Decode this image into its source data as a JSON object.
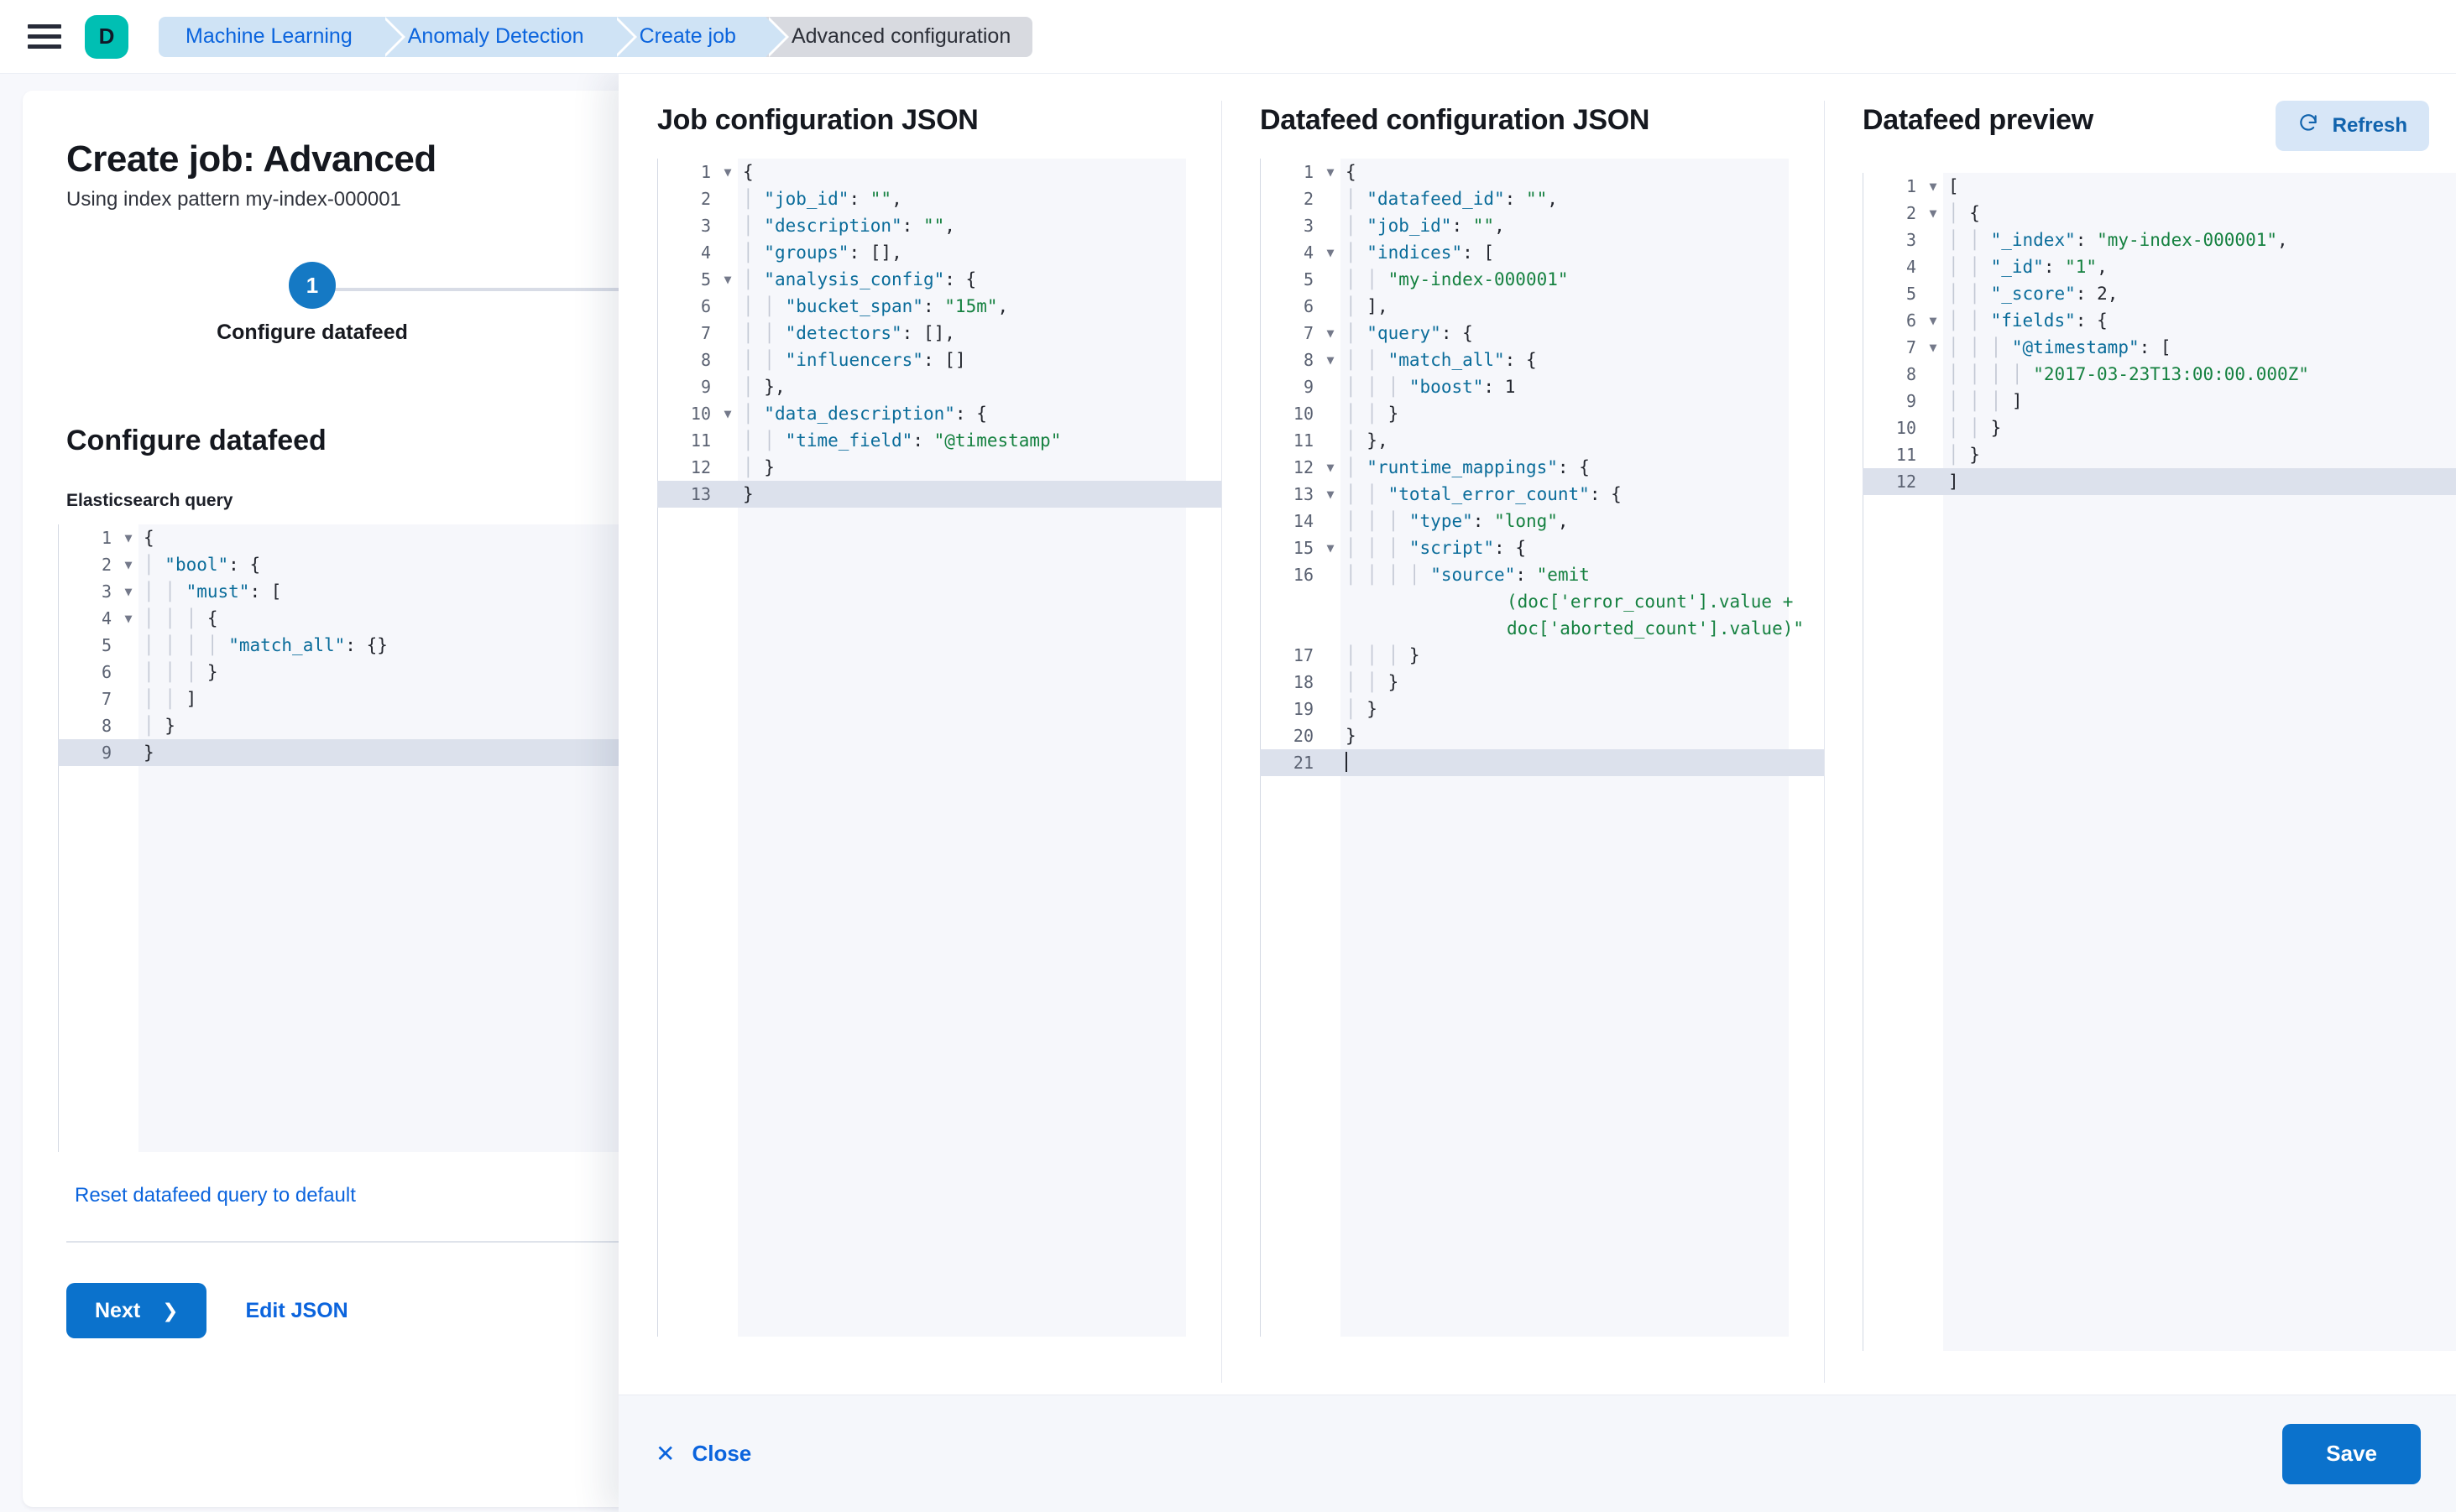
{
  "topbar": {
    "menu_icon": "hamburger-icon",
    "logo_letter": "D",
    "breadcrumbs": [
      {
        "label": "Machine Learning",
        "active": false
      },
      {
        "label": "Anomaly Detection",
        "active": false
      },
      {
        "label": "Create job",
        "active": false
      },
      {
        "label": "Advanced configuration",
        "active": true
      }
    ]
  },
  "page": {
    "title": "Create job: Advanced",
    "subtitle": "Using index pattern my-index-000001",
    "step_number": "1",
    "step_label": "Configure datafeed",
    "section_title": "Configure datafeed",
    "query_field_label": "Elasticsearch query",
    "reset_link": "Reset datafeed query to default",
    "next_label": "Next",
    "next_chevron": "chevron-right-icon",
    "edit_json_label": "Edit JSON"
  },
  "es_query_editor": {
    "active_line": 9,
    "lines": [
      {
        "n": "1",
        "fold": true,
        "code": "{"
      },
      {
        "n": "2",
        "fold": true,
        "code": "  \"bool\": {"
      },
      {
        "n": "3",
        "fold": true,
        "code": "    \"must\": ["
      },
      {
        "n": "4",
        "fold": true,
        "code": "      {"
      },
      {
        "n": "5",
        "fold": false,
        "code": "        \"match_all\": {}"
      },
      {
        "n": "6",
        "fold": false,
        "code": "      }"
      },
      {
        "n": "7",
        "fold": false,
        "code": "    ]"
      },
      {
        "n": "8",
        "fold": false,
        "code": "  }"
      },
      {
        "n": "9",
        "fold": false,
        "code": "}"
      }
    ]
  },
  "flyout": {
    "job_config": {
      "title": "Job configuration JSON",
      "active_line": 13,
      "lines": [
        {
          "n": "1",
          "fold": true,
          "code": "{"
        },
        {
          "n": "2",
          "fold": false,
          "code": "  \"job_id\": \"\","
        },
        {
          "n": "3",
          "fold": false,
          "code": "  \"description\": \"\","
        },
        {
          "n": "4",
          "fold": false,
          "code": "  \"groups\": [],"
        },
        {
          "n": "5",
          "fold": true,
          "code": "  \"analysis_config\": {"
        },
        {
          "n": "6",
          "fold": false,
          "code": "    \"bucket_span\": \"15m\","
        },
        {
          "n": "7",
          "fold": false,
          "code": "    \"detectors\": [],"
        },
        {
          "n": "8",
          "fold": false,
          "code": "    \"influencers\": []"
        },
        {
          "n": "9",
          "fold": false,
          "code": "  },"
        },
        {
          "n": "10",
          "fold": true,
          "code": "  \"data_description\": {"
        },
        {
          "n": "11",
          "fold": false,
          "code": "    \"time_field\": \"@timestamp\""
        },
        {
          "n": "12",
          "fold": false,
          "code": "  }"
        },
        {
          "n": "13",
          "fold": false,
          "code": "}"
        }
      ]
    },
    "datafeed_config": {
      "title": "Datafeed configuration JSON",
      "active_line": 21,
      "lines": [
        {
          "n": "1",
          "fold": true,
          "code": "{"
        },
        {
          "n": "2",
          "fold": false,
          "code": "  \"datafeed_id\": \"\","
        },
        {
          "n": "3",
          "fold": false,
          "code": "  \"job_id\": \"\","
        },
        {
          "n": "4",
          "fold": true,
          "code": "  \"indices\": ["
        },
        {
          "n": "5",
          "fold": false,
          "code": "    \"my-index-000001\""
        },
        {
          "n": "6",
          "fold": false,
          "code": "  ],"
        },
        {
          "n": "7",
          "fold": true,
          "code": "  \"query\": {"
        },
        {
          "n": "8",
          "fold": true,
          "code": "    \"match_all\": {"
        },
        {
          "n": "9",
          "fold": false,
          "code": "      \"boost\": 1"
        },
        {
          "n": "10",
          "fold": false,
          "code": "    }"
        },
        {
          "n": "11",
          "fold": false,
          "code": "  },"
        },
        {
          "n": "12",
          "fold": true,
          "code": "  \"runtime_mappings\": {"
        },
        {
          "n": "13",
          "fold": true,
          "code": "    \"total_error_count\": {"
        },
        {
          "n": "14",
          "fold": false,
          "code": "      \"type\": \"long\","
        },
        {
          "n": "15",
          "fold": true,
          "code": "      \"script\": {"
        },
        {
          "n": "16",
          "fold": false,
          "code": "        \"source\": \"emit(doc['error_count'].value + doc['aborted_count'].value)\""
        },
        {
          "n": "17",
          "fold": false,
          "code": "      }"
        },
        {
          "n": "18",
          "fold": false,
          "code": "    }"
        },
        {
          "n": "19",
          "fold": false,
          "code": "  }"
        },
        {
          "n": "20",
          "fold": false,
          "code": "}"
        },
        {
          "n": "21",
          "fold": false,
          "code": ""
        }
      ]
    },
    "preview": {
      "title": "Datafeed preview",
      "refresh_label": "Refresh",
      "refresh_icon": "refresh-icon",
      "active_line": 12,
      "lines": [
        {
          "n": "1",
          "fold": true,
          "code": "["
        },
        {
          "n": "2",
          "fold": true,
          "code": "  {"
        },
        {
          "n": "3",
          "fold": false,
          "code": "    \"_index\": \"my-index-000001\","
        },
        {
          "n": "4",
          "fold": false,
          "code": "    \"_id\": \"1\","
        },
        {
          "n": "5",
          "fold": false,
          "code": "    \"_score\": 2,"
        },
        {
          "n": "6",
          "fold": true,
          "code": "    \"fields\": {"
        },
        {
          "n": "7",
          "fold": true,
          "code": "      \"@timestamp\": ["
        },
        {
          "n": "8",
          "fold": false,
          "code": "        \"2017-03-23T13:00:00.000Z\""
        },
        {
          "n": "9",
          "fold": false,
          "code": "      ]"
        },
        {
          "n": "10",
          "fold": false,
          "code": "    }"
        },
        {
          "n": "11",
          "fold": false,
          "code": "  }"
        },
        {
          "n": "12",
          "fold": false,
          "code": "]"
        }
      ]
    },
    "close_label": "Close",
    "close_icon": "close-icon",
    "save_label": "Save"
  },
  "colors": {
    "primary_blue": "#0b72cc",
    "link_blue": "#0b64dd",
    "logo_teal": "#00bfb3",
    "breadcrumb_bg": "#cfe3f5",
    "breadcrumb_active_bg": "#d8dae0",
    "json_key": "#0a6c9a",
    "json_string": "#158140",
    "editor_bg": "#f6f7fb",
    "active_line_bg": "#dce1ec"
  }
}
